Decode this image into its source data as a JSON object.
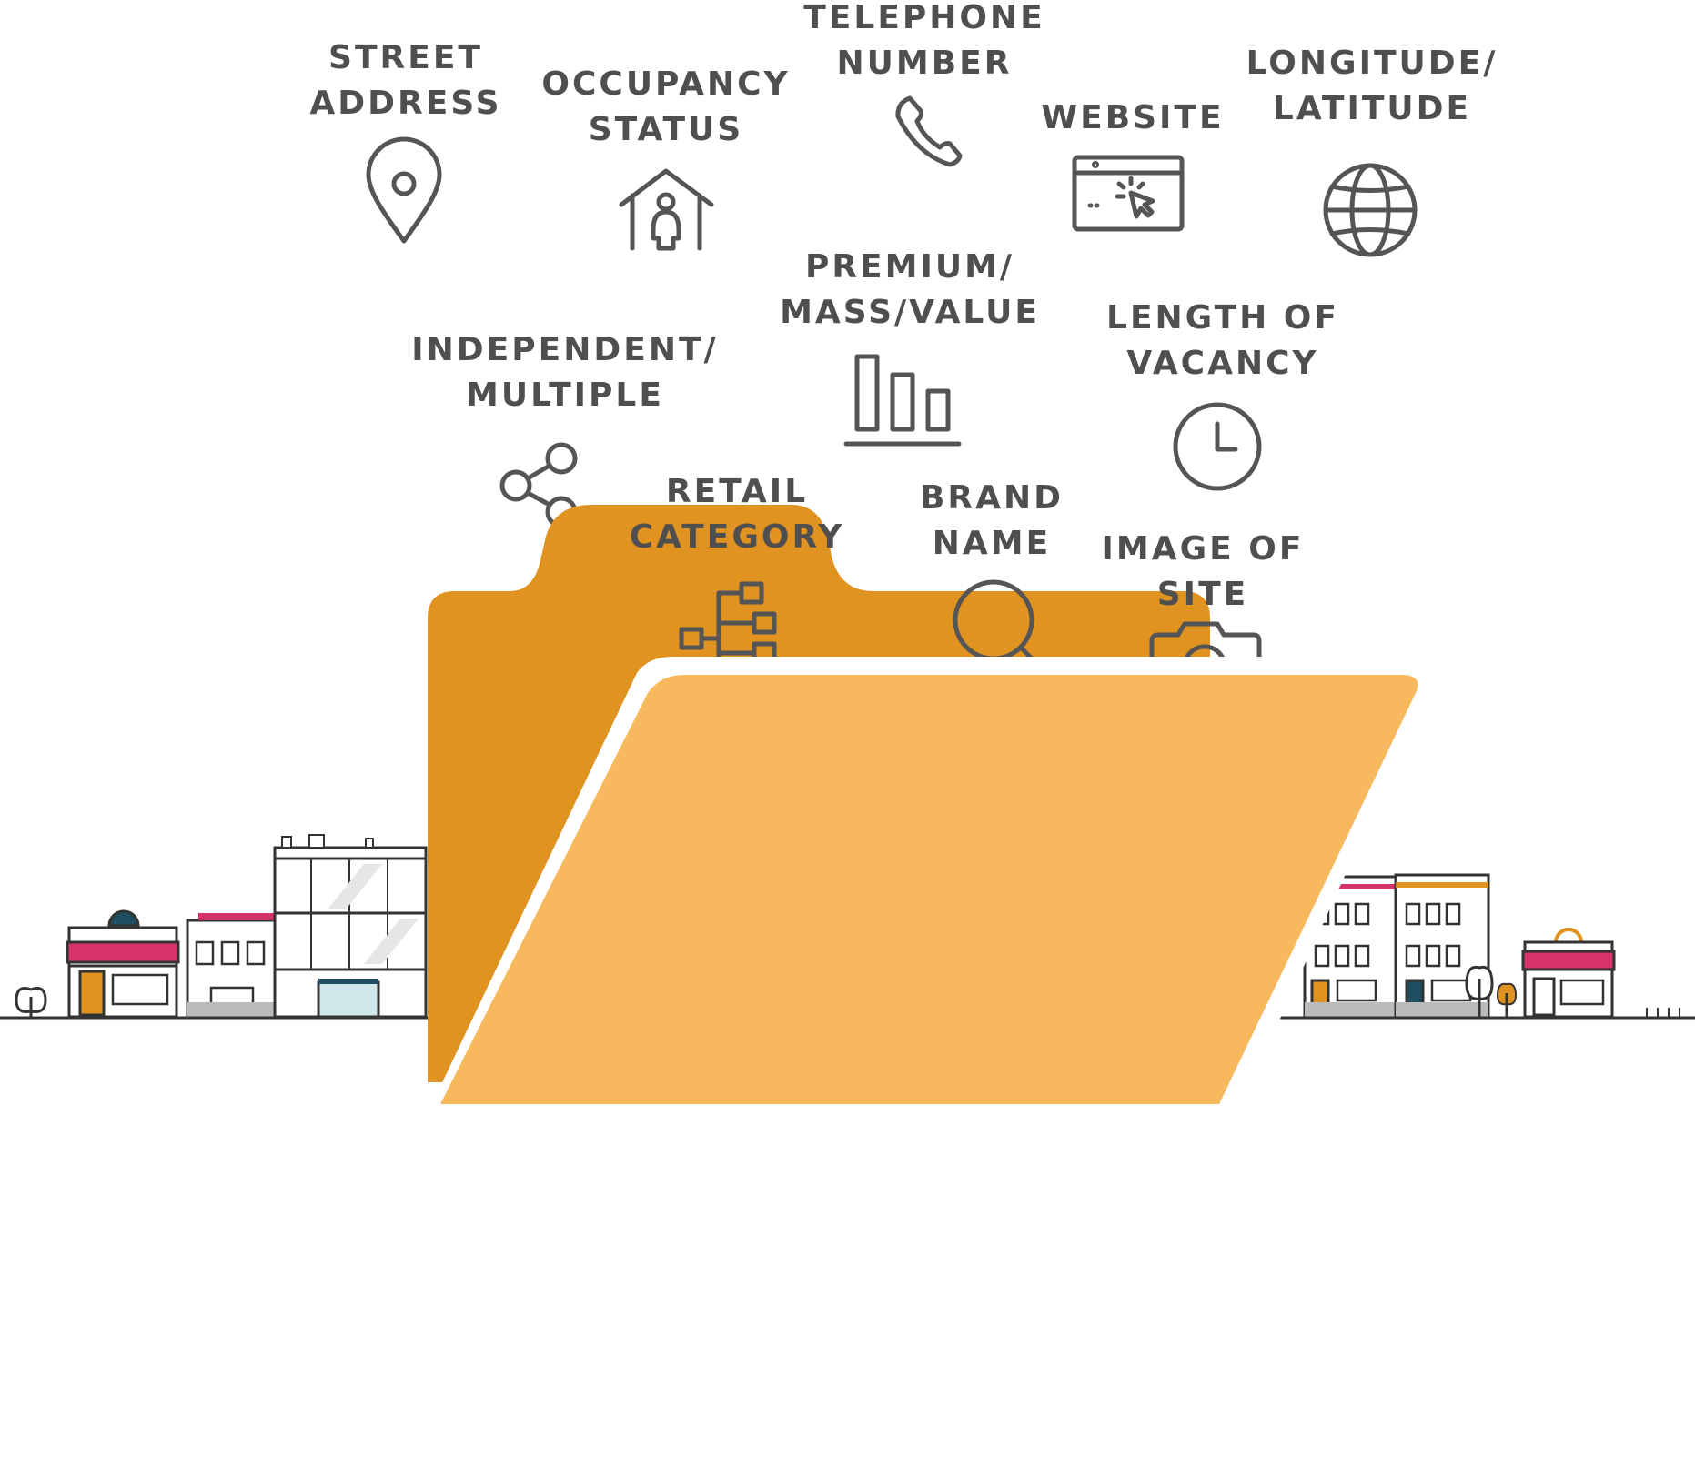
{
  "labels": {
    "street_address": [
      "STREET",
      "ADDRESS"
    ],
    "occupancy_status": [
      "OCCUPANCY",
      "STATUS"
    ],
    "telephone_number": [
      "TELEPHONE",
      "NUMBER"
    ],
    "website": [
      "WEBSITE"
    ],
    "longitude_latitude": [
      "LONGITUDE/",
      "LATITUDE"
    ],
    "premium_mass_value": [
      "PREMIUM/",
      "MASS/VALUE"
    ],
    "length_of_vacancy": [
      "LENGTH OF",
      "VACANCY"
    ],
    "independent_multiple": [
      "INDEPENDENT/",
      "MULTIPLE"
    ],
    "retail_category": [
      "RETAIL",
      "CATEGORY"
    ],
    "brand_name": [
      "BRAND",
      "NAME"
    ],
    "image_of_site": [
      "IMAGE OF",
      "SITE"
    ]
  },
  "icons": {
    "street_address": "location-pin-icon",
    "occupancy_status": "house-person-icon",
    "telephone_number": "phone-icon",
    "website": "browser-cursor-icon",
    "longitude_latitude": "globe-icon",
    "premium_mass_value": "bar-chart-icon",
    "length_of_vacancy": "clock-icon",
    "independent_multiple": "share-icon",
    "retail_category": "hierarchy-icon",
    "brand_name": "magnifier-icon",
    "image_of_site": "camera-icon"
  },
  "colors": {
    "folder_back": "#e09320",
    "folder_front": "#f8b85e",
    "text": "#4f4f4f",
    "icon_stroke": "#555555",
    "awning_pink": "#d6336c",
    "accent_teal": "#1f4e63"
  }
}
